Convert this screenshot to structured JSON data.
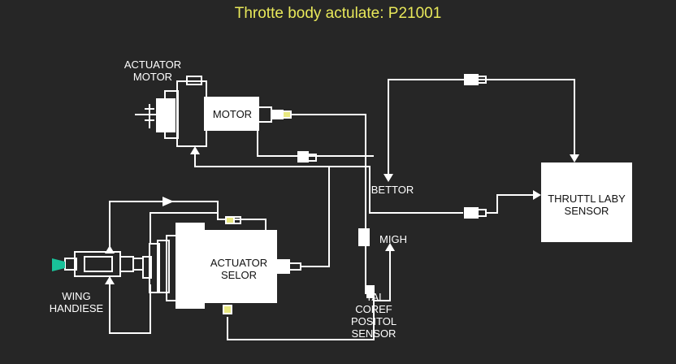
{
  "title": "Throtte body actulate: P21001",
  "colors": {
    "background": "#262626",
    "wire": "#ffffff",
    "title": "#e8e85a",
    "connector_accent": "#e8e880",
    "nozzle": "#19c29a"
  },
  "labels": {
    "actuator_motor": "ACTUATOR\nMOTOR",
    "motor": "MOTOR",
    "bettor": "BETTOR",
    "throttle_body_sensor": "THRUTTL LABY\nSENSOR",
    "migh": "MIGH",
    "actuator_selor": "ACTUATOR\nSELOR",
    "wing_handiese": "WING\nHANDIESE",
    "position_sensor": "TAI\nCOREF\nPOSITOL\nSENSOR"
  },
  "icons": {
    "wing": "green-nozzle-icon",
    "spring": "spring-icon"
  }
}
